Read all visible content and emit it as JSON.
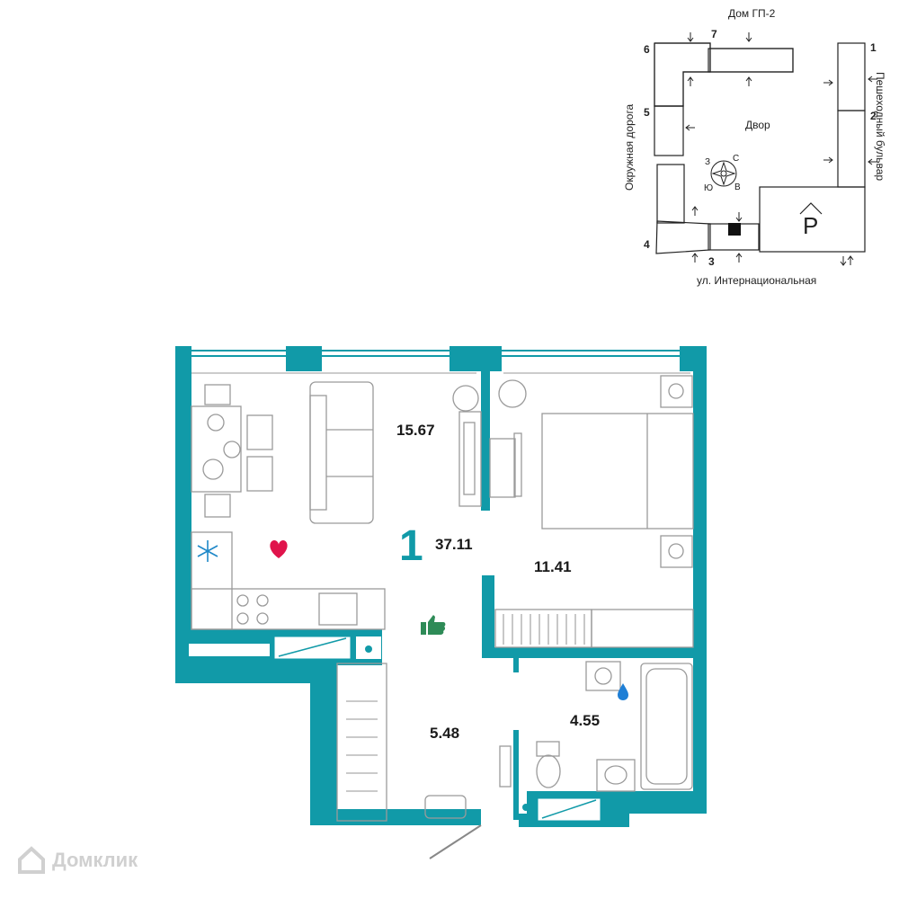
{
  "site_plan": {
    "house_label": "Дом ГП-2",
    "yard_label": "Двор",
    "left_road": "Окружная дорога",
    "right_road": "Пешеходный бульвар",
    "bottom_street": "ул. Интернациональная",
    "parking_symbol": "P",
    "compass": {
      "n": "С",
      "s": "Ю",
      "e": "В",
      "w": "З"
    },
    "sections": [
      "1",
      "2",
      "3",
      "4",
      "5",
      "6",
      "7"
    ]
  },
  "apartment": {
    "rooms": "1",
    "total_area": "37.11",
    "living_room_area": "15.67",
    "bedroom_area": "11.41",
    "hall_area": "5.48",
    "bathroom_area": "4.55"
  },
  "watermark": {
    "text": "Домклик"
  },
  "colors": {
    "wall": "#119aa8",
    "heart": "#e0144c",
    "thumb": "#2e8b57",
    "drop": "#1e7fd6",
    "snow": "#1e88c8"
  },
  "icons": [
    "heart-icon",
    "thumbs-up-icon",
    "water-drop-icon",
    "snowflake-icon",
    "parking-icon",
    "compass-icon",
    "house-icon"
  ]
}
